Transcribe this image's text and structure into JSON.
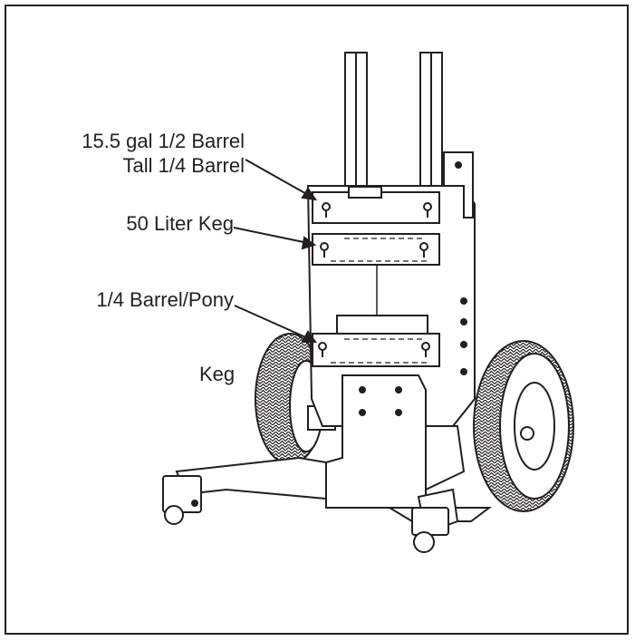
{
  "labels": {
    "half_barrel_line1": "15.5 gal 1/2 Barrel",
    "half_barrel_line2": "Tall 1/4 Barrel",
    "fifty_liter": "50 Liter Keg",
    "quarter_pony_line1": "1/4 Barrel/Pony",
    "quarter_pony_line2": "Keg"
  },
  "colors": {
    "ink": "#231f20",
    "paper": "#ffffff"
  }
}
